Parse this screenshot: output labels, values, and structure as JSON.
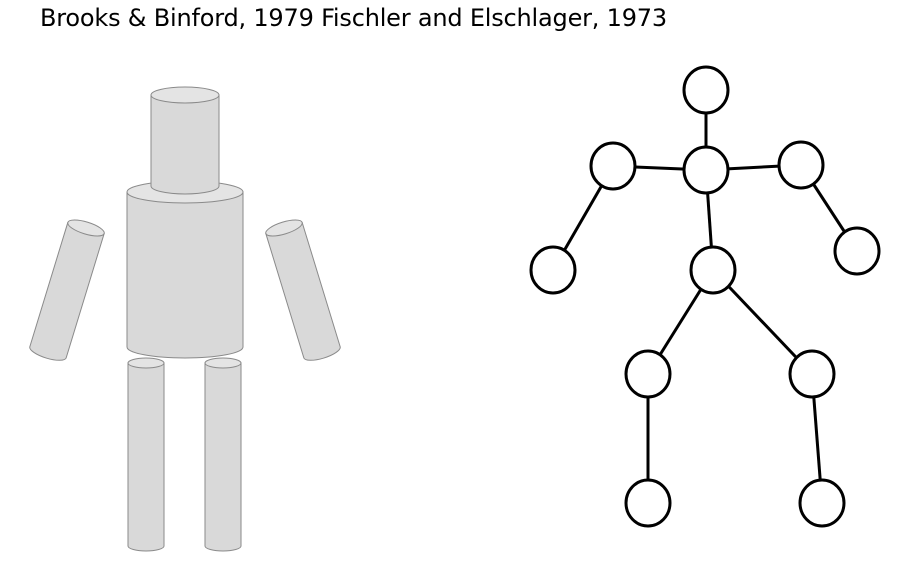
{
  "header": {
    "title": "Brooks & Binford, 1979 Fischler and Elschlager, 1973"
  },
  "colors": {
    "cylinder_fill": "#d9d9d9",
    "cylinder_top": "#e4e4e4",
    "cylinder_stroke": "#8a8a8a",
    "node_fill": "#ffffff",
    "node_stroke": "#000000",
    "edge": "#000000"
  },
  "diagram": {
    "left_figure": {
      "parts": [
        "head",
        "torso",
        "left-arm",
        "right-arm",
        "left-leg",
        "right-leg"
      ]
    },
    "right_figure": {
      "nodes": [
        "head",
        "neck",
        "left-shoulder",
        "right-shoulder",
        "left-hand",
        "right-hand",
        "pelvis",
        "left-knee",
        "right-knee",
        "left-foot",
        "right-foot"
      ],
      "edges": [
        [
          "head",
          "neck"
        ],
        [
          "neck",
          "left-shoulder"
        ],
        [
          "neck",
          "right-shoulder"
        ],
        [
          "left-shoulder",
          "left-hand"
        ],
        [
          "right-shoulder",
          "right-hand"
        ],
        [
          "neck",
          "pelvis"
        ],
        [
          "pelvis",
          "left-knee"
        ],
        [
          "pelvis",
          "right-knee"
        ],
        [
          "left-knee",
          "left-foot"
        ],
        [
          "right-knee",
          "right-foot"
        ]
      ]
    }
  }
}
